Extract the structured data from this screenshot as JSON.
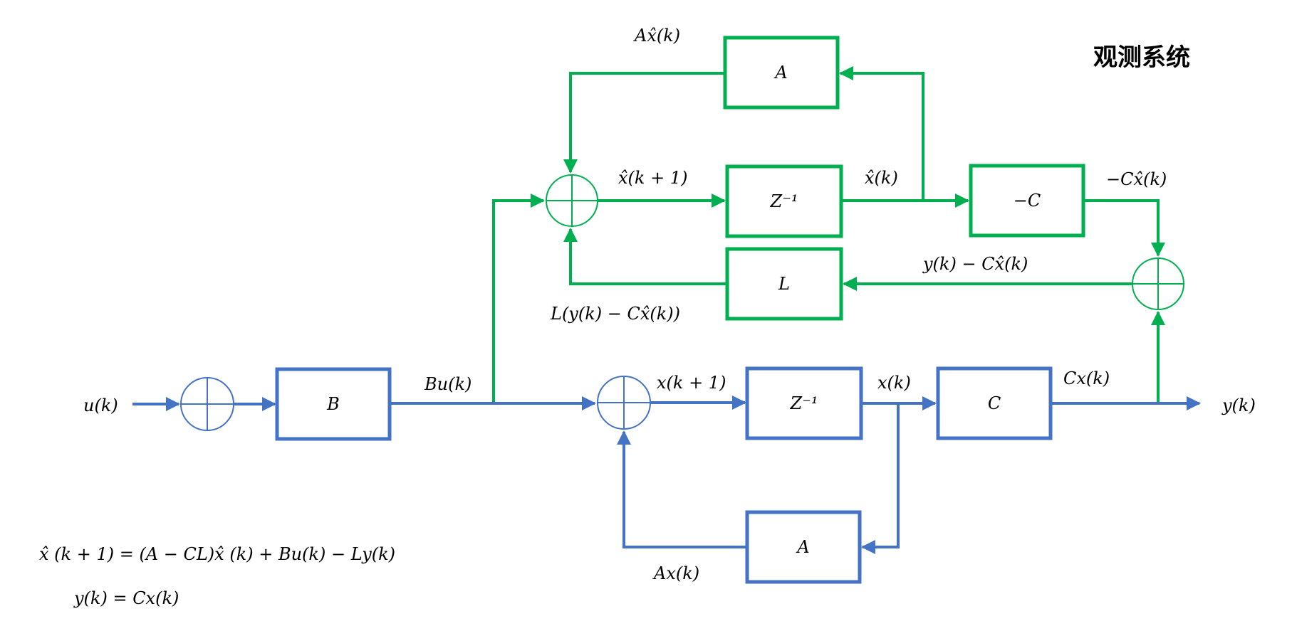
{
  "title": "观测系统",
  "colors": {
    "observer": "#00b050",
    "plant": "#4472c4",
    "text": "#000000"
  },
  "observer": {
    "block_A": "A",
    "block_delay": "Z⁻¹",
    "block_negC": "−C",
    "block_L": "L",
    "sig_Axhat": "Ax̂(k)",
    "sig_xhat_next": "x̂(k + 1)",
    "sig_xhat": "x̂(k)",
    "sig_negCxhat": "−Cx̂(k)",
    "sig_error": "y(k) − Cx̂(k)",
    "sig_Lerror": "L(y(k) − Cx̂(k))"
  },
  "plant": {
    "input": "u(k)",
    "block_B": "B",
    "sig_Bu": "Bu(k)",
    "sig_x_next": "x(k + 1)",
    "block_delay": "Z⁻¹",
    "sig_x": "x(k)",
    "block_C": "C",
    "sig_Cx": "Cx(k)",
    "output": "y(k)",
    "block_A": "A",
    "sig_Ax": "Ax(k)"
  },
  "equations": {
    "observer_eq": "x̂ (k + 1) = (A − CL)x̂ (k) + Bu(k) − Ly(k)",
    "output_eq": "y(k) = Cx(k)"
  }
}
